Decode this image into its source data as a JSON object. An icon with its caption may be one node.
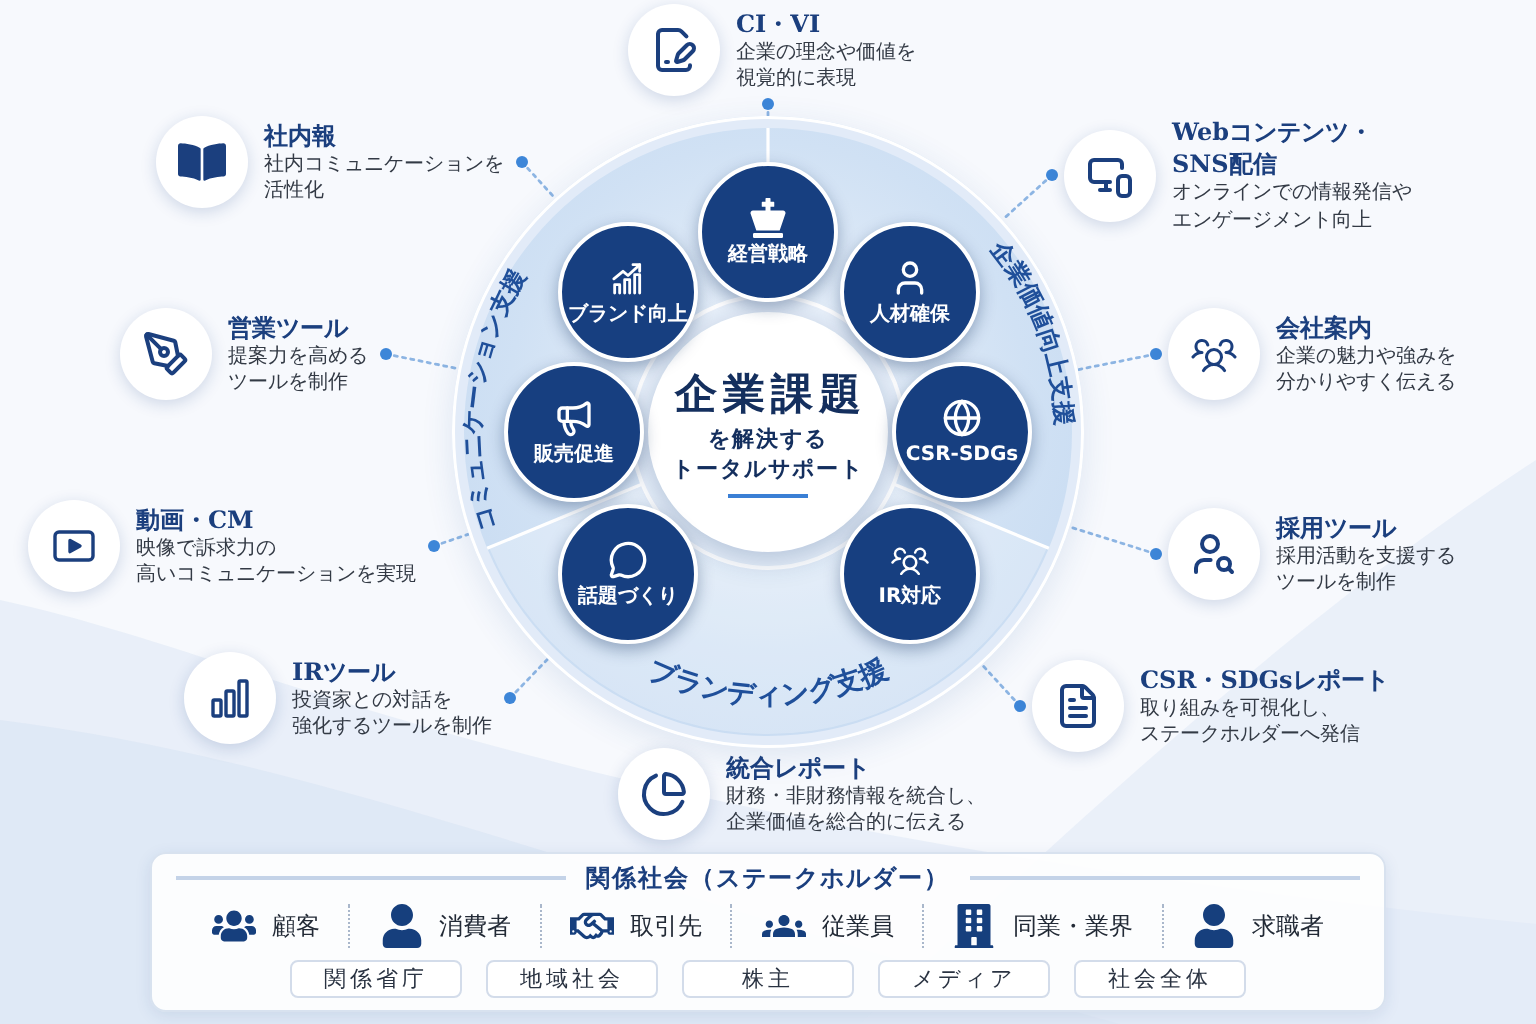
{
  "diagram": {
    "nodes": [
      {
        "text": [
          "CI・VI",
          "企業の理念や価値を視覚的に表現"
        ]
      },
      {
        "text": [
          "社内報",
          "社内コミュニケーションを活性化"
        ]
      },
      {
        "text": [
          "Webコンテンツ・SNS配信",
          "オンラインでの情報発信やエンゲージメント向上"
        ]
      },
      {
        "text": [
          "コミュニケーション支援",
          "企業価値向上支援",
          "ブランディング支援"
        ]
      },
      {
        "text": [
          "企業課題",
          "を解決するトータルサポート"
        ],
        "in": 3
      },
      {
        "text": [
          "経営戦略"
        ],
        "in": 3
      },
      {
        "text": [
          "ブランド向上"
        ],
        "in": 3
      },
      {
        "text": [
          "人材確保"
        ],
        "in": 3
      },
      {
        "text": [
          "販売促進"
        ],
        "in": 3
      },
      {
        "text": [
          "CSR-SDGs"
        ],
        "in": 3
      },
      {
        "text": [
          "話題づくり"
        ],
        "in": 3
      },
      {
        "text": [
          "IR対応"
        ],
        "in": 3
      },
      {
        "text": [
          "営業ツール",
          "提案力を高めるツールを制作"
        ]
      },
      {
        "text": [
          "会社案内",
          "企業の魅力や強みを分かりやすく伝える"
        ]
      },
      {
        "text": [
          "動画・CM",
          "映像で訴求力の高いコミュニケーションを実現"
        ]
      },
      {
        "text": [
          "採用ツール",
          "採用活動を支援するツールを制作"
        ]
      },
      {
        "text": [
          "IRツール",
          "投資家との対話を強化するツールを制作"
        ]
      },
      {
        "text": [
          "CSR・SDGsレポート",
          "取り組みを可視化し、ステークホルダーへ発信"
        ]
      },
      {
        "text": [
          "統合レポート",
          "財務・非財務情報を統合し、企業価値を総合的に伝える"
        ]
      },
      {
        "text": [
          "関係社会（ステークホルダー）"
        ]
      },
      {
        "text": [
          "関係省庁"
        ],
        "in": 19
      },
      {
        "text": [
          "地域社会"
        ],
        "in": 19
      },
      {
        "text": [
          "株主"
        ],
        "in": 19
      },
      {
        "text": [
          "メディア"
        ],
        "in": 19
      },
      {
        "text": [
          "社会全体"
        ],
        "in": 19
      }
    ],
    "edges": [
      {
        "from": 0,
        "to": 3,
        "arrow": "other",
        "style": "dashed"
      },
      {
        "from": 1,
        "to": 3,
        "arrow": "other",
        "style": "dashed"
      },
      {
        "from": 2,
        "to": 3,
        "arrow": "other",
        "style": "dashed"
      },
      {
        "from": 12,
        "to": 3,
        "arrow": "other",
        "style": "dashed"
      },
      {
        "from": 13,
        "to": 3,
        "arrow": "other",
        "style": "dashed"
      },
      {
        "from": 14,
        "to": 3,
        "arrow": "other",
        "style": "dashed"
      },
      {
        "from": 15,
        "to": 3,
        "arrow": "other",
        "style": "dashed"
      },
      {
        "from": 16,
        "to": 3,
        "arrow": "other",
        "style": "dashed"
      },
      {
        "from": 17,
        "to": 3,
        "arrow": "other",
        "style": "dashed"
      }
    ],
    "labels": [
      "顧客",
      "消費者",
      "取引先",
      "従業員",
      "同業・業界",
      "求職者"
    ]
  }
}
